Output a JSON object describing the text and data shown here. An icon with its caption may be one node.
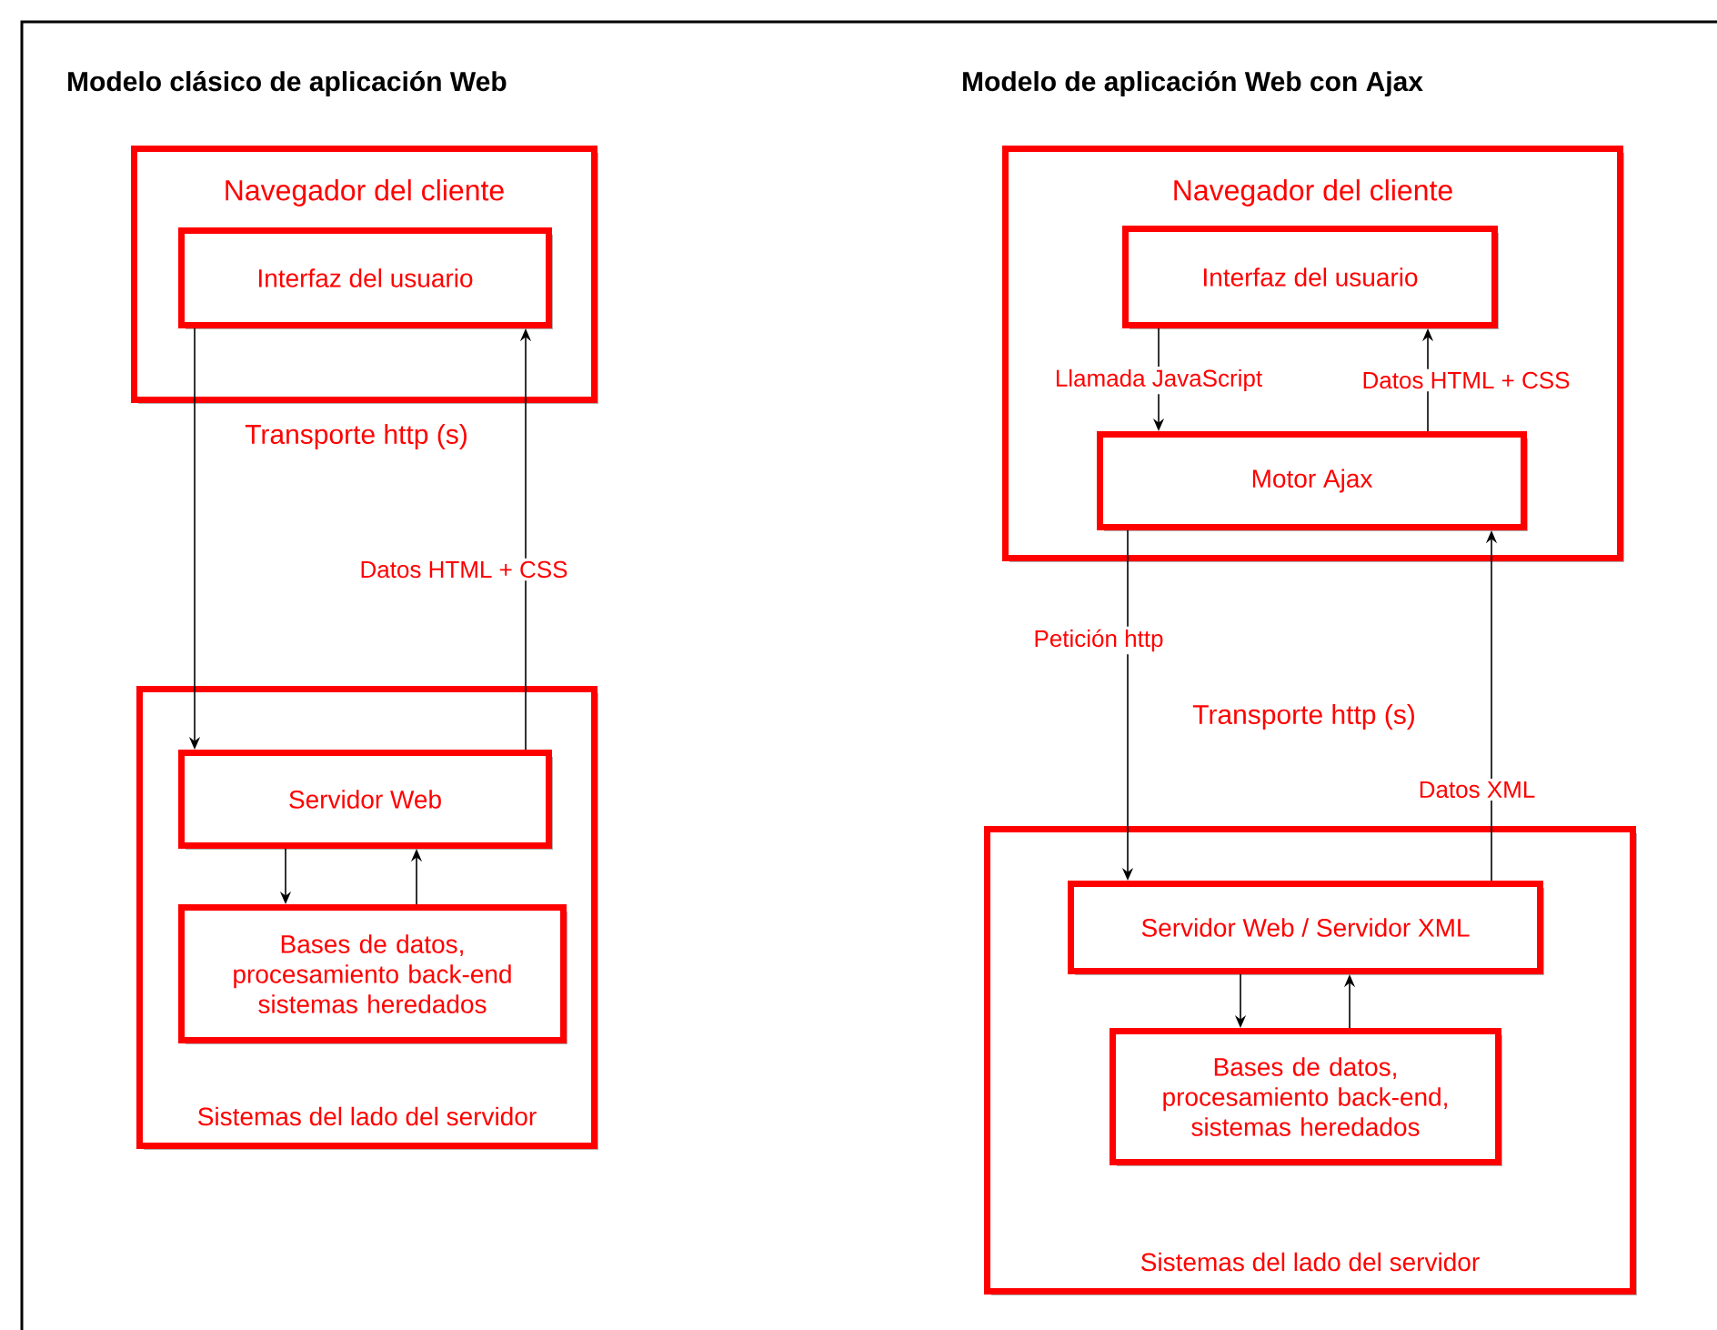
{
  "diagram": {
    "title": "Modelo clásico de aplicación Web",
    "caption": "Modelo de aplicación Web con Ajax",
    "nodes": [
      {
        "text": [
          "Navegador del cliente"
        ]
      },
      {
        "text": [
          "Interfaz del usuario"
        ],
        "in": 0
      },
      {
        "text": [
          "Sistemas del lado del servidor"
        ]
      },
      {
        "text": [
          "Servidor Web"
        ],
        "in": 2
      },
      {
        "text": [
          "Bases de datos, procesamiento back-end sistemas heredados"
        ],
        "in": 2
      },
      {
        "text": [
          "Navegador del cliente"
        ]
      },
      {
        "text": [
          "Interfaz del usuario"
        ],
        "in": 5
      },
      {
        "text": [
          "Motor Ajax"
        ],
        "in": 5
      },
      {
        "text": [
          "Sistemas del lado del servidor"
        ]
      },
      {
        "text": [
          "Servidor Web / Servidor XML"
        ],
        "in": 8
      },
      {
        "text": [
          "Bases de datos, procesamiento back-end, sistemas heredados"
        ],
        "in": 8
      }
    ],
    "edges": [
      {
        "from": 1,
        "to": 3,
        "arrow": "to"
      },
      {
        "from": 3,
        "to": 1,
        "arrow": "to",
        "label": "Datos HTML + CSS"
      },
      {
        "from": 3,
        "to": 4,
        "arrow": "to"
      },
      {
        "from": 4,
        "to": 3,
        "arrow": "to"
      },
      {
        "from": 6,
        "to": 7,
        "arrow": "to",
        "label": "Llamada JavaScript"
      },
      {
        "from": 7,
        "to": 6,
        "arrow": "to",
        "label": "Datos HTML + CSS"
      },
      {
        "from": 7,
        "to": 9,
        "arrow": "to",
        "label": "Petición http"
      },
      {
        "from": 9,
        "to": 7,
        "arrow": "to",
        "label": "Datos XML"
      },
      {
        "from": 9,
        "to": 10,
        "arrow": "to"
      },
      {
        "from": 10,
        "to": 9,
        "arrow": "to"
      }
    ],
    "labels": [
      "Transporte http (s)",
      "Transporte http (s)"
    ]
  }
}
